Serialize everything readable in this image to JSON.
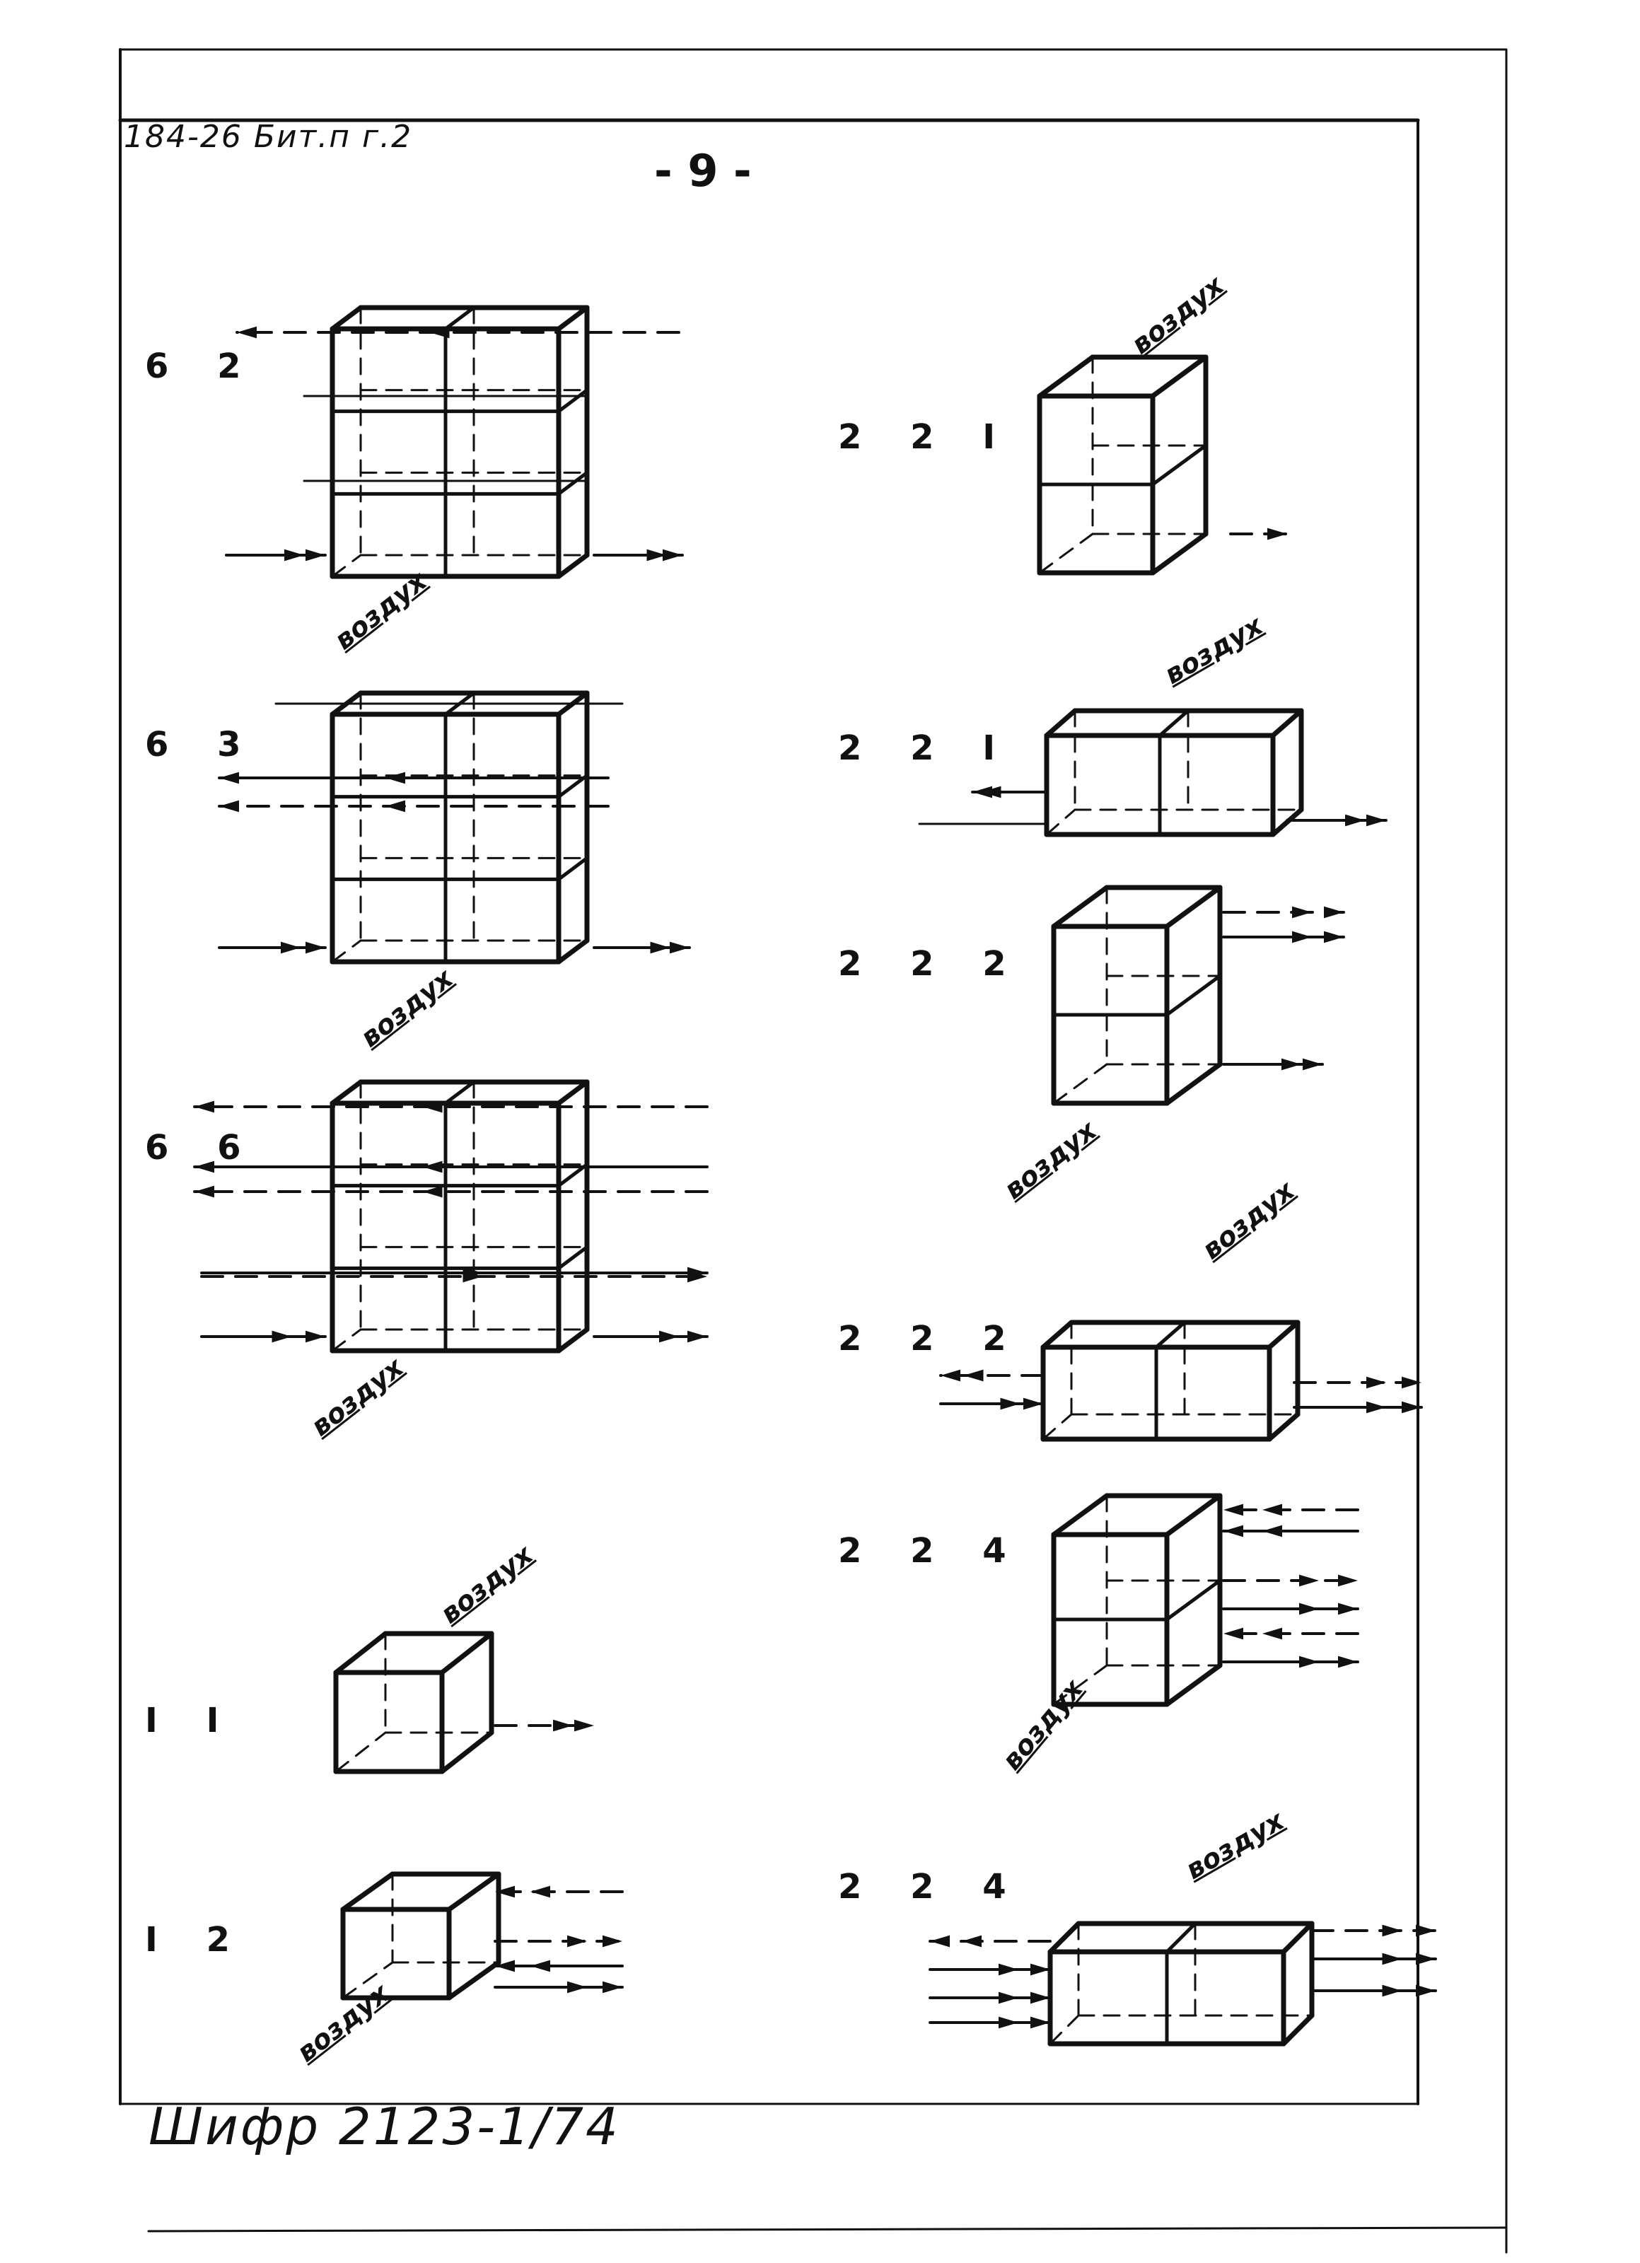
{
  "header": {
    "ref": "184-26 Бит.п г.2",
    "page_number": "- 9 -"
  },
  "footer": {
    "cipher": "Шифр 2123-1/74"
  },
  "air_word": "воздух",
  "left_column": [
    {
      "id": "6-2",
      "label": "6 2"
    },
    {
      "id": "6-3",
      "label": "6 3"
    },
    {
      "id": "6-6",
      "label": "6 6"
    },
    {
      "id": "1-1",
      "label": "I I"
    },
    {
      "id": "1-2",
      "label": "I 2"
    }
  ],
  "right_column": [
    {
      "id": "2-2-1a",
      "label": "2 2 I"
    },
    {
      "id": "2-2-1b",
      "label": "2 2 I"
    },
    {
      "id": "2-2-2a",
      "label": "2 2 2"
    },
    {
      "id": "2-2-2b",
      "label": "2 2 2"
    },
    {
      "id": "2-2-4a",
      "label": "2 2 4"
    },
    {
      "id": "2-2-4b",
      "label": "2 2 4"
    }
  ]
}
